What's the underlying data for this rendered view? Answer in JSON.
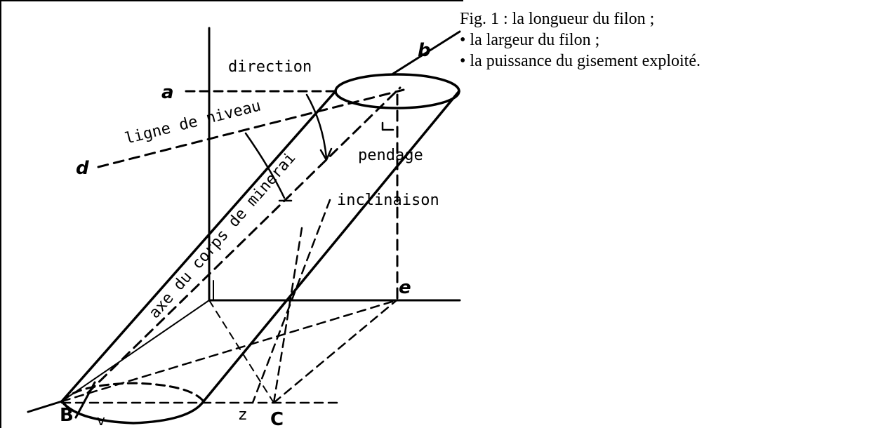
{
  "caption": {
    "line1": "Fig. 1 : la longueur du filon ;",
    "line2": "• la largeur du filon ;",
    "line3": "• la puissance du gisement exploité."
  },
  "diagram": {
    "labels": {
      "direction": "direction",
      "ligne_de_niveau": "ligne de niveau",
      "pendage": "pendage",
      "inclinaison": "inclinaison",
      "axe": "axe du corps de minerai",
      "a": "a",
      "b": "b",
      "d": "d",
      "e": "e",
      "B": "B",
      "v": "v",
      "z": "z",
      "C": "C"
    }
  }
}
